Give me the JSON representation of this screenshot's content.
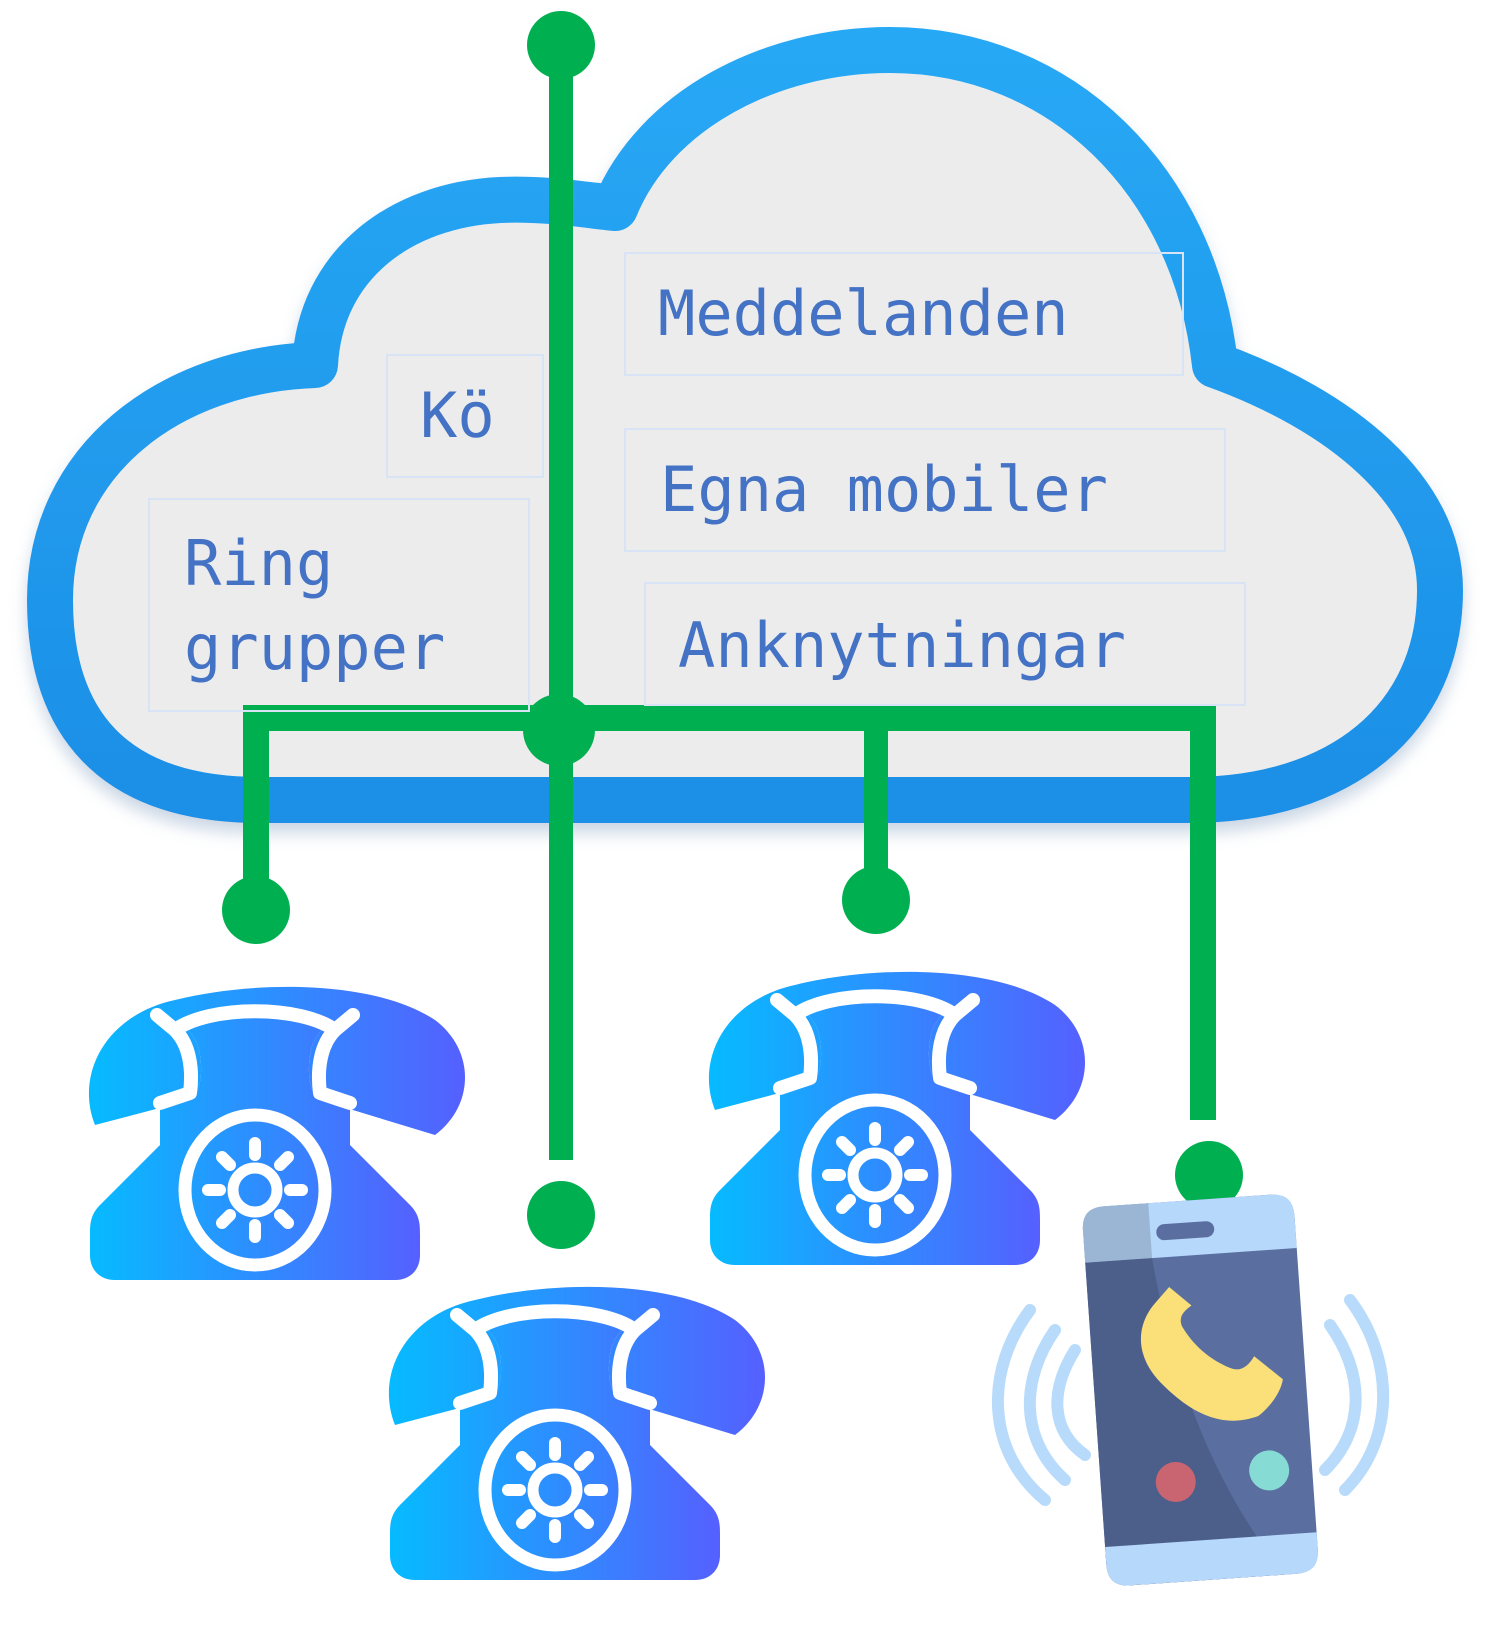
{
  "diagram": {
    "title": "Cloud telephony services",
    "cloud_services": [
      {
        "id": "meddelanden",
        "label": "Meddelanden"
      },
      {
        "id": "ko",
        "label": "Kö"
      },
      {
        "id": "egna",
        "label": "Egna mobiler"
      },
      {
        "id": "ankn",
        "label": "Anknytningar"
      },
      {
        "id": "ring",
        "label": "Ring\ngrupper"
      }
    ],
    "endpoints": [
      {
        "type": "desk-phone",
        "icon": "telephone-icon"
      },
      {
        "type": "desk-phone",
        "icon": "telephone-icon"
      },
      {
        "type": "desk-phone",
        "icon": "telephone-icon"
      },
      {
        "type": "mobile-phone",
        "icon": "smartphone-ringing-icon"
      }
    ]
  },
  "colors": {
    "cloud_outline": "#1e9bf0",
    "cloud_fill": "#ececec",
    "connector": "#00b050",
    "label_text": "#4472c4",
    "label_border": "#d8e4f6",
    "phone_gradient_start": "#06bbff",
    "phone_gradient_end": "#5560ff",
    "mobile_body": "#5a6ea0",
    "mobile_top": "#b5d8fb",
    "mobile_handset": "#fbe07a",
    "mobile_decline": "#c96570",
    "mobile_accept": "#86dcd4",
    "waves": "#b8dbfb"
  }
}
